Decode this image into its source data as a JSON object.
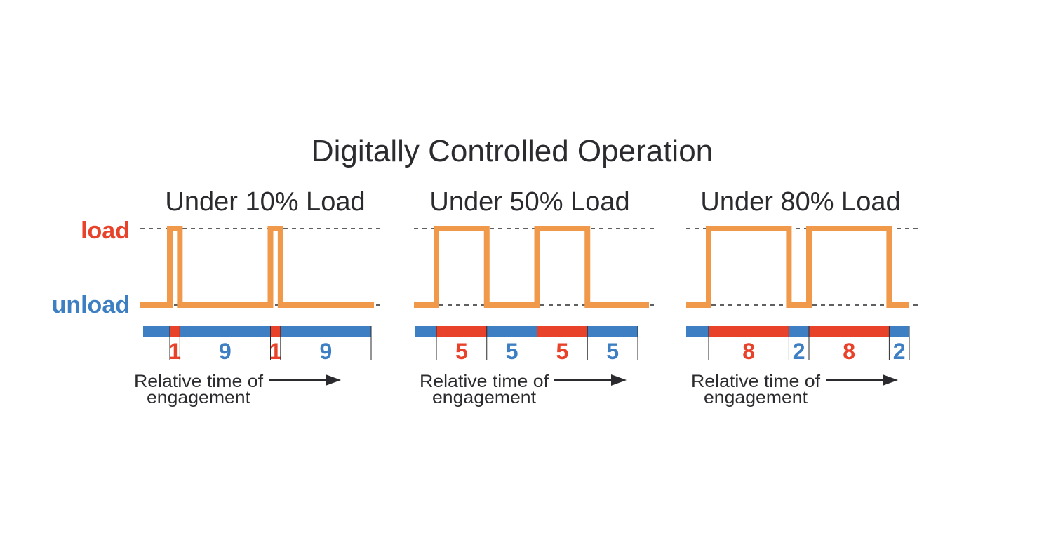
{
  "title": "Digitally Controlled Operation",
  "levels": {
    "load": "load",
    "unload": "unload"
  },
  "colors": {
    "load": "#e8432a",
    "unload": "#3e7fc4",
    "signal": "#f0994a",
    "text": "#2b2b2f",
    "arrow": "#2b2b2f"
  },
  "caption": {
    "line1": "Relative time of",
    "line2": "engagement"
  },
  "panels": [
    {
      "title": "Under 10% Load",
      "segments": [
        {
          "state": "load",
          "value": 1,
          "label": "1"
        },
        {
          "state": "unload",
          "value": 9,
          "label": "9"
        },
        {
          "state": "load",
          "value": 1,
          "label": "1"
        },
        {
          "state": "unload",
          "value": 9,
          "label": "9"
        }
      ]
    },
    {
      "title": "Under 50% Load",
      "segments": [
        {
          "state": "load",
          "value": 5,
          "label": "5"
        },
        {
          "state": "unload",
          "value": 5,
          "label": "5"
        },
        {
          "state": "load",
          "value": 5,
          "label": "5"
        },
        {
          "state": "unload",
          "value": 5,
          "label": "5"
        }
      ]
    },
    {
      "title": "Under 80% Load",
      "segments": [
        {
          "state": "load",
          "value": 8,
          "label": "8"
        },
        {
          "state": "unload",
          "value": 2,
          "label": "2"
        },
        {
          "state": "load",
          "value": 8,
          "label": "8"
        },
        {
          "state": "unload",
          "value": 2,
          "label": "2"
        }
      ]
    }
  ]
}
